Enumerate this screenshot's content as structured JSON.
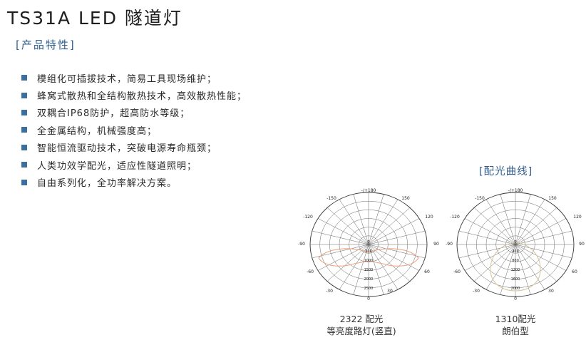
{
  "title": "TS31A LED 隧道灯",
  "features": {
    "header": "[产品特性]",
    "items": [
      "模组化可插拔技术，简易工具现场维护；",
      "蜂窝式散热和全结构散热技术，高效散热性能；",
      "双耦合IP68防护，超高防水等级；",
      "全金属结构，机械强度高；",
      "智能恒流驱动技术，突破电源寿命瓶颈；",
      "人类功效学配光，适应性隧道照明；",
      "自由系列化，全功率解决方案。"
    ]
  },
  "curves": {
    "header": "[配光曲线]",
    "charts": [
      {
        "caption_line1": "2322 配光",
        "caption_line2": "等亮度路灯(竖直)",
        "radial_labels": [
          "0",
          "500",
          "1000",
          "1500",
          "2000",
          "2500"
        ],
        "angle_labels": {
          "top": "-/+180",
          "tl": "-150",
          "tr": "150",
          "ul": "-120",
          "ur": "120",
          "l": "-90",
          "r": "90",
          "ll": "-60",
          "lr": "60",
          "bl": "-30",
          "br": "30",
          "bottom": "0"
        }
      },
      {
        "caption_line1": "1310配光",
        "caption_line2": "朗伯型",
        "radial_labels": [
          "0",
          "400",
          "800",
          "1200",
          "1600",
          "2000"
        ],
        "angle_labels": {
          "top": "-/+180",
          "tl": "-150",
          "tr": "150",
          "ul": "-120",
          "ur": "120",
          "l": "-90",
          "r": "90",
          "ll": "-60",
          "lr": "60",
          "bl": "-30",
          "br": "30",
          "bottom": "0"
        }
      }
    ]
  },
  "colors": {
    "accent": "#2f5e8f",
    "bullet": "#3a6f9f",
    "curve_left": "#e8a280",
    "curve_right": "#d9c9a4"
  }
}
